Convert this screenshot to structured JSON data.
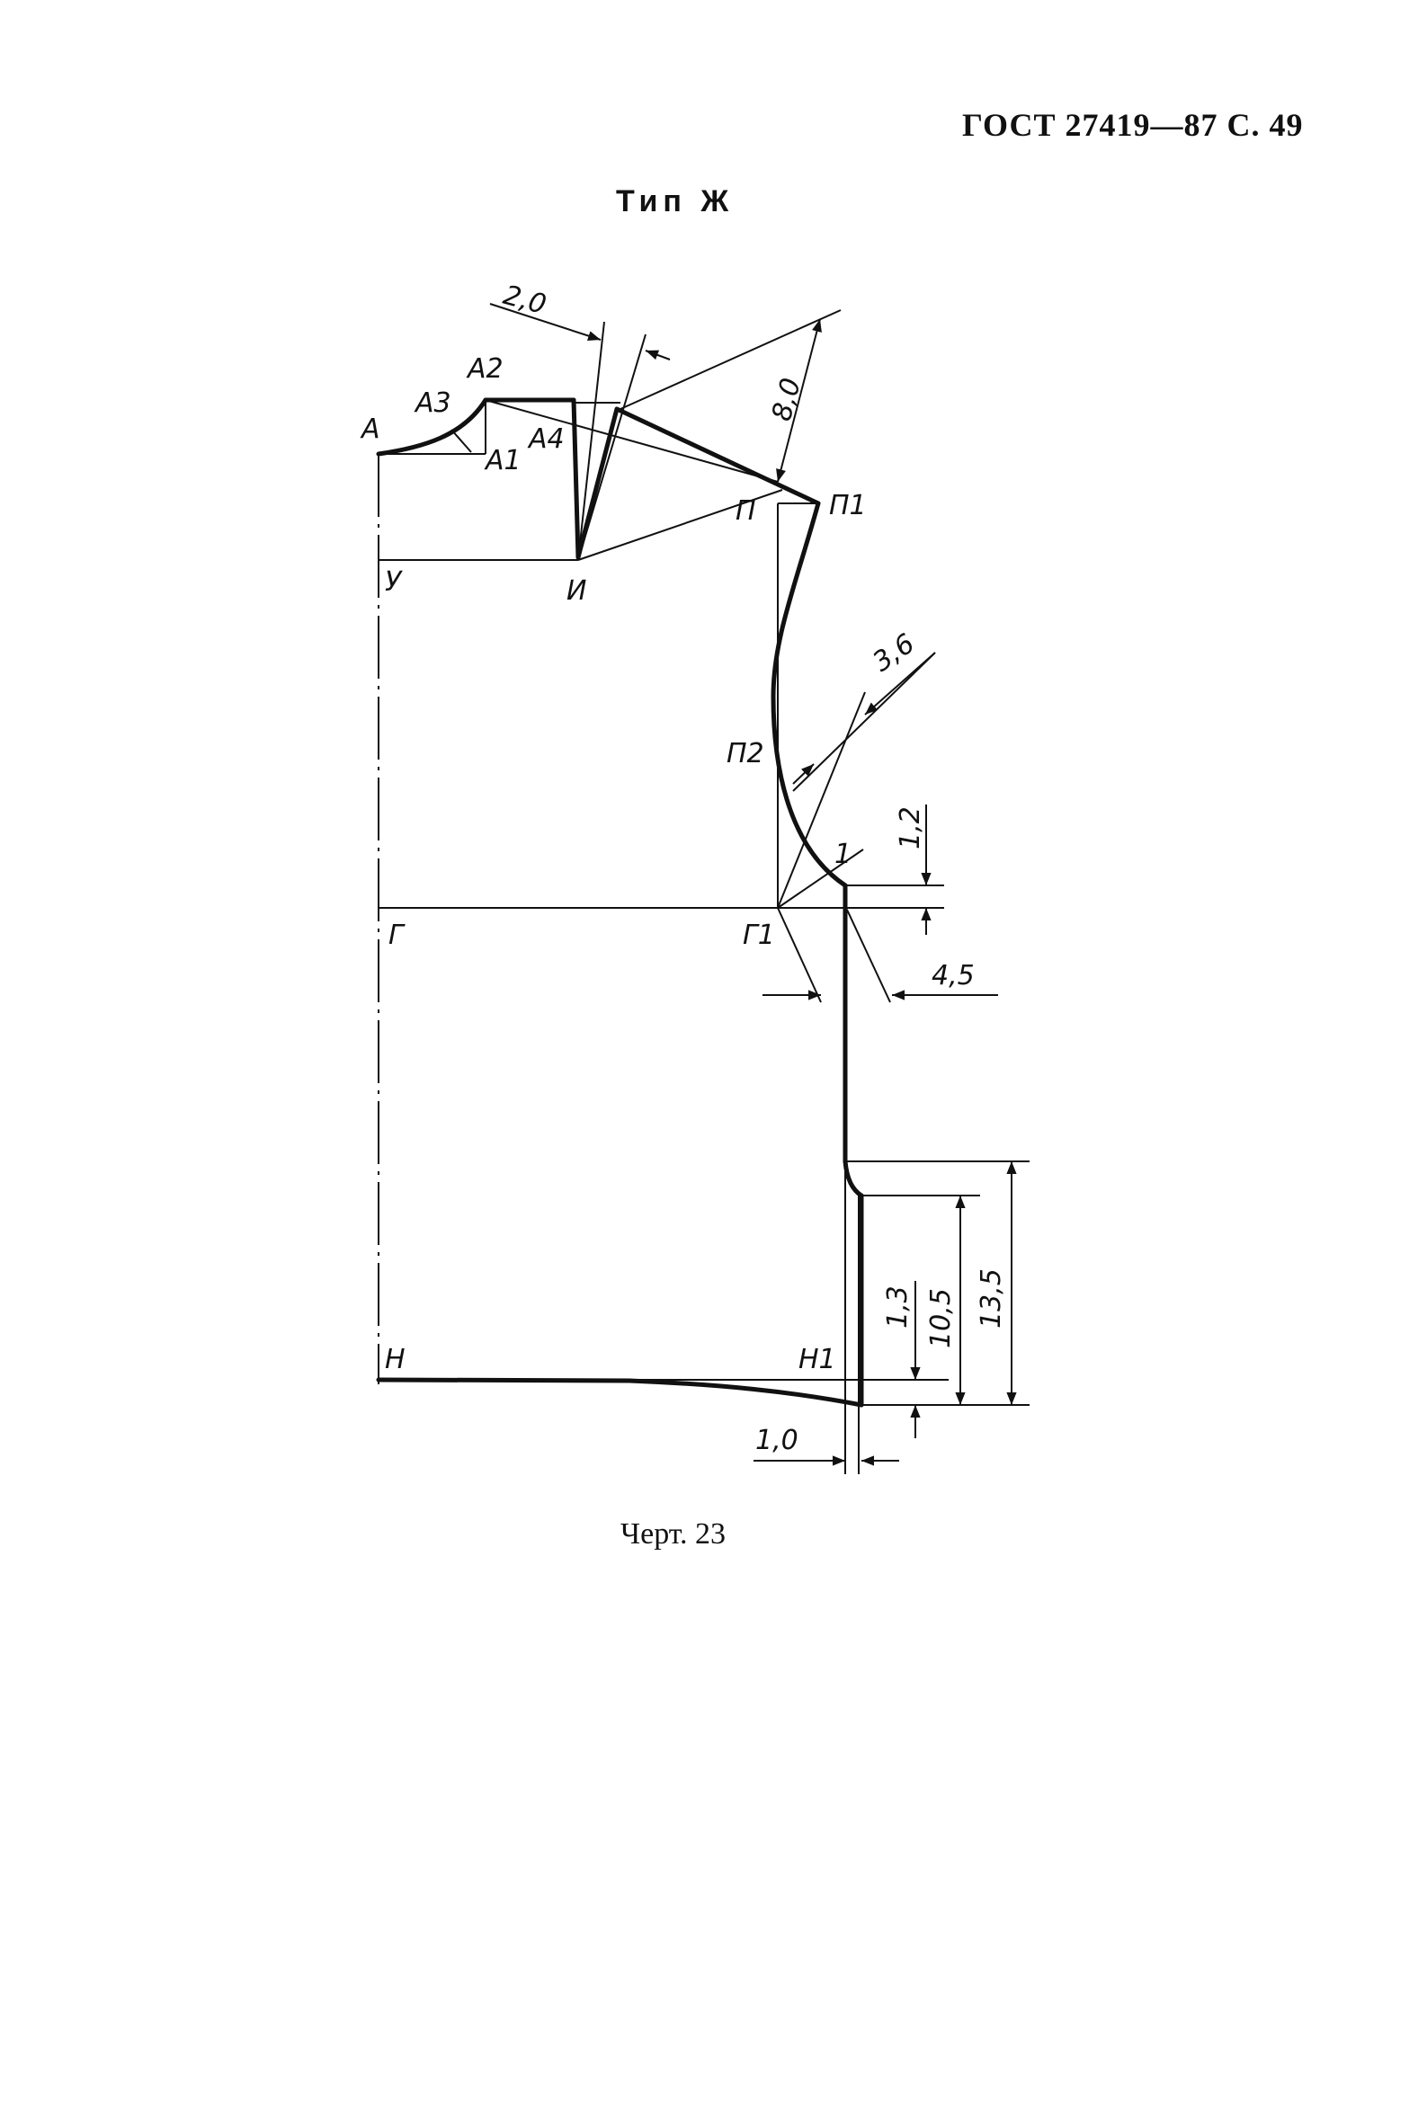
{
  "header": {
    "text": "ГОСТ 27419—87 С. 49"
  },
  "title": "Тип Ж",
  "caption": "Черт. 23",
  "points": {
    "A": "А",
    "A1": "А1",
    "A2": "А2",
    "A3": "А3",
    "A4": "А4",
    "U": "У",
    "I": "И",
    "P": "П",
    "P1": "П1",
    "P2": "П2",
    "G": "Г",
    "G1": "Г1",
    "N": "Н",
    "N1": "Н1",
    "one": "1"
  },
  "dimensions": {
    "d_2_0": "2,0",
    "d_8_0": "8,0",
    "d_3_6": "3,6",
    "d_1_2": "1,2",
    "d_4_5": "4,5",
    "d_1_3": "1,3",
    "d_10_5": "10,5",
    "d_13_5": "13,5",
    "d_1_0": "1,0"
  }
}
